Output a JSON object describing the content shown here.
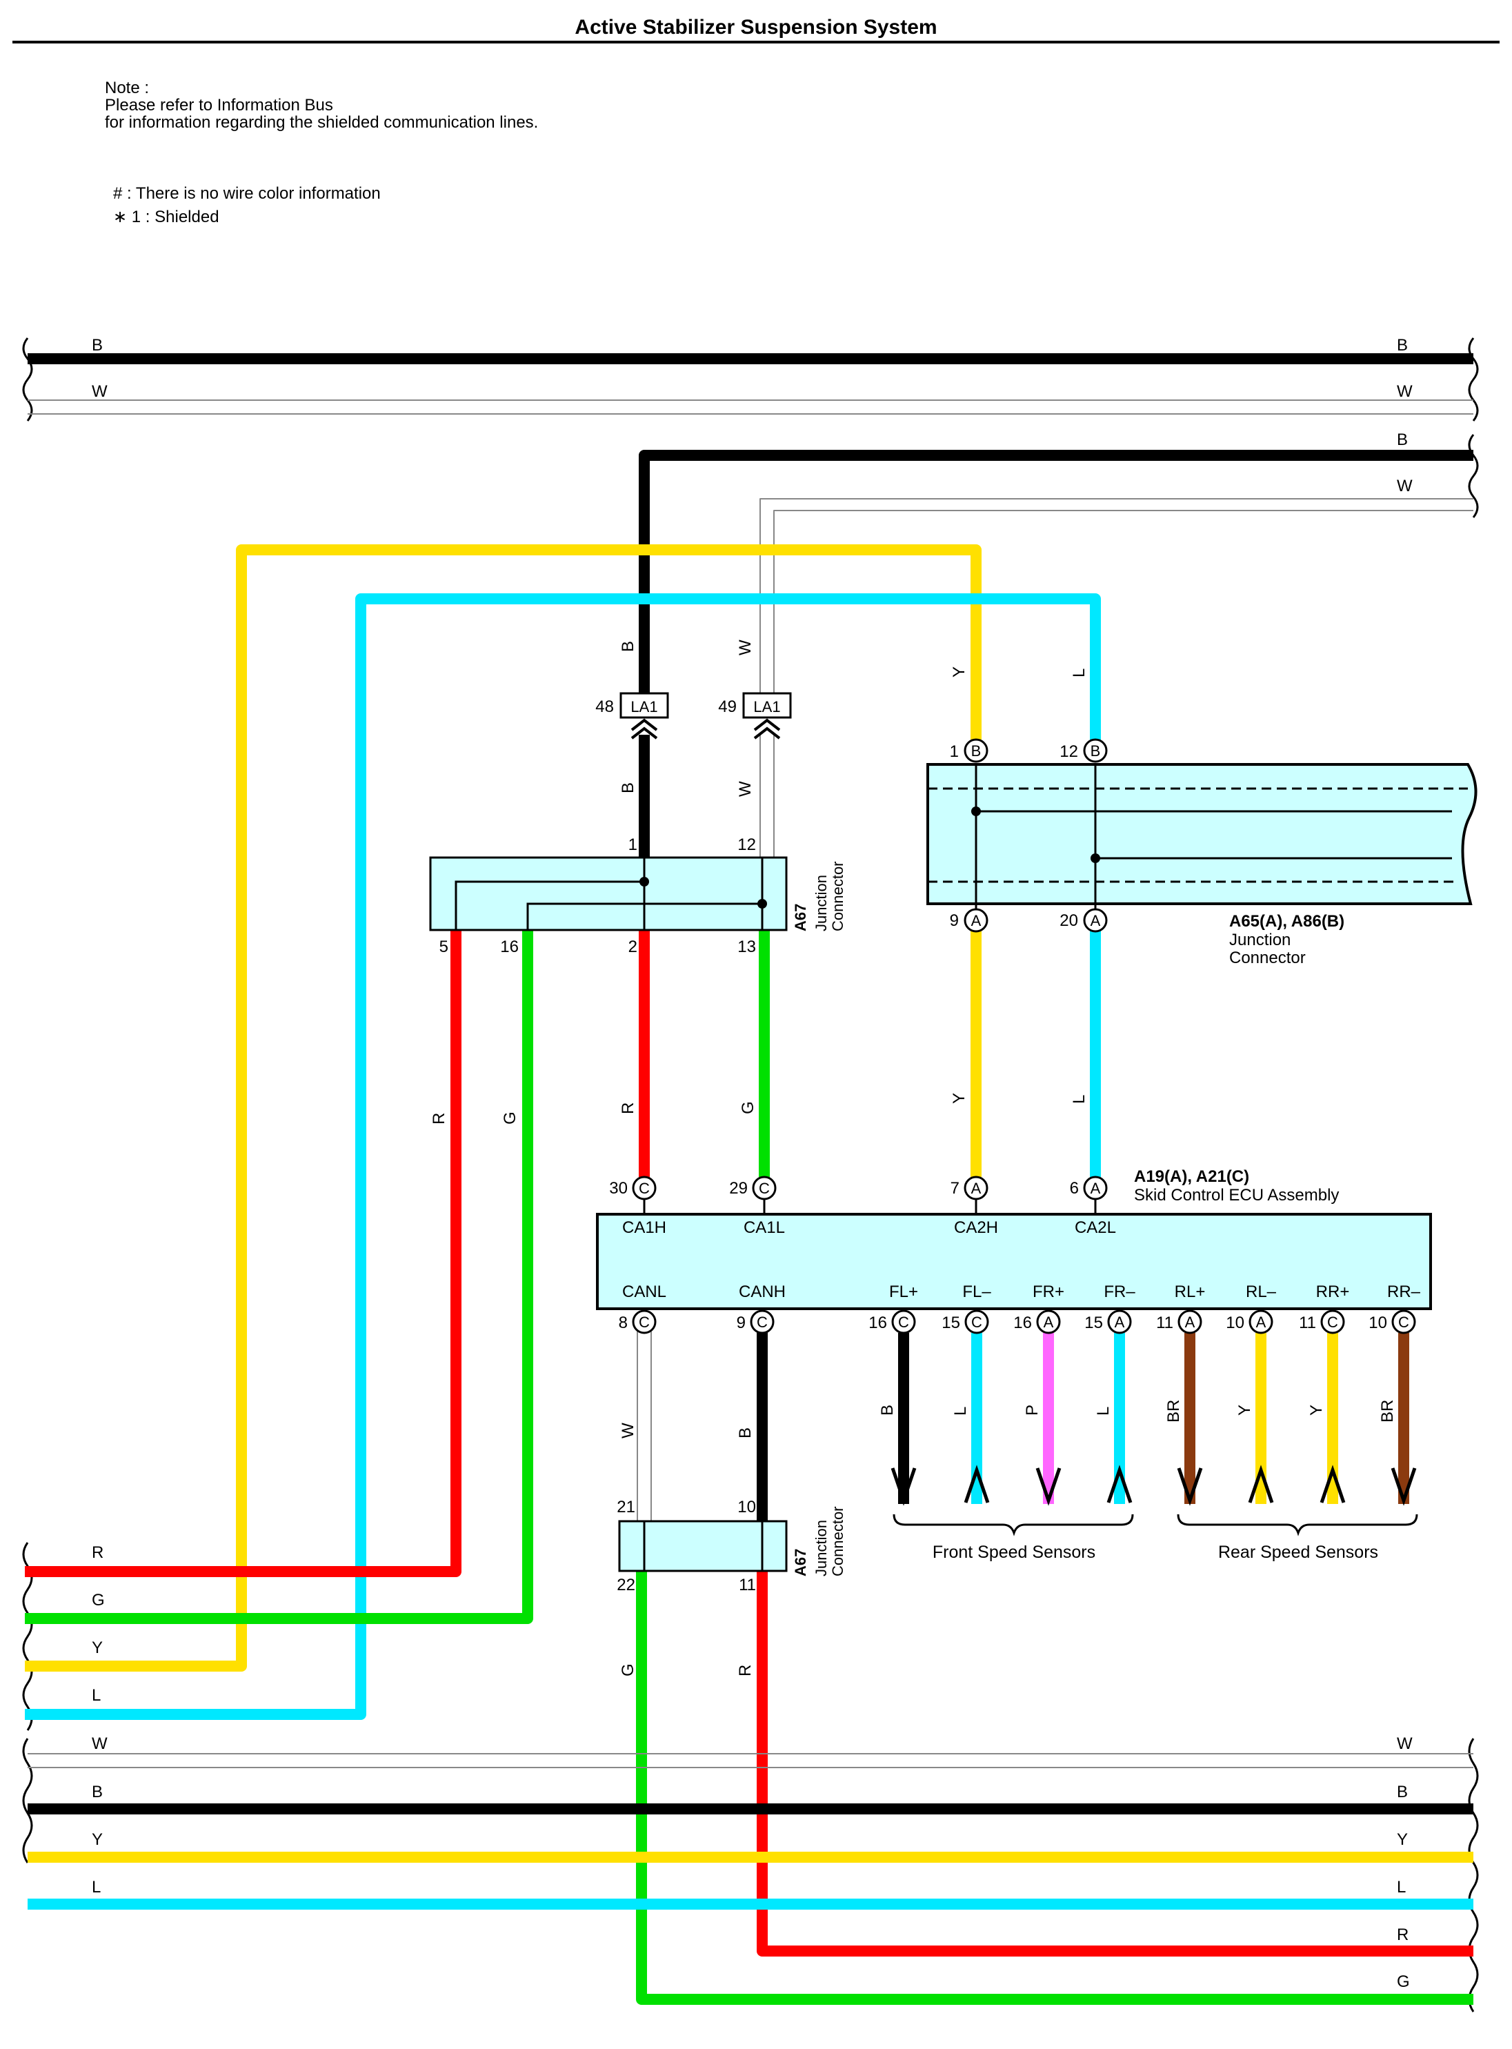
{
  "title": "Active Stabilizer Suspension System",
  "note": {
    "line1": "Note :",
    "line2": "Please refer to Information Bus",
    "line3": "for information regarding the shielded communication lines."
  },
  "legend": {
    "hash": "# : There is no wire color information",
    "shielded": "∗ 1 : Shielded"
  },
  "colors": {
    "B": "#000000",
    "W": "#c8c8c8",
    "Y": "#ffe000",
    "L": "#00e8ff",
    "R": "#ff0000",
    "G": "#00e000",
    "P": "#ff66ff",
    "BR": "#8b3a0f",
    "component_fill": "#ccffff"
  },
  "wire_labels": {
    "B": "B",
    "W": "W",
    "Y": "Y",
    "L": "L",
    "R": "R",
    "G": "G",
    "P": "P",
    "BR": "BR"
  },
  "connectors": {
    "la1_label": "LA1",
    "la1_pin_b": "48",
    "la1_pin_w": "49",
    "a67_name": "A67",
    "a67_desc1": "Junction",
    "a67_desc2": "Connector",
    "a67_top": {
      "p1": "1",
      "p12": "12",
      "p5": "5",
      "p16": "16",
      "p2": "2",
      "p13": "13"
    },
    "a67_bottom": {
      "p21": "21",
      "p10": "10",
      "p22": "22",
      "p11": "11"
    },
    "a65_name": "A65(A), A86(B)",
    "a65_desc1": "Junction",
    "a65_desc2": "Connector",
    "a65_pins": {
      "p1": "1",
      "p12": "12",
      "p9": "9",
      "p20": "20",
      "B": "B",
      "A": "A"
    }
  },
  "ecu": {
    "name": "A19(A), A21(C)",
    "desc": "Skid Control ECU Assembly",
    "top_pins": [
      {
        "num": "30",
        "conn": "C",
        "label": "CA1H"
      },
      {
        "num": "29",
        "conn": "C",
        "label": "CA1L"
      },
      {
        "num": "7",
        "conn": "A",
        "label": "CA2H"
      },
      {
        "num": "6",
        "conn": "A",
        "label": "CA2L"
      }
    ],
    "bottom_pins": [
      {
        "num": "8",
        "conn": "C",
        "label": "CANL"
      },
      {
        "num": "9",
        "conn": "C",
        "label": "CANH"
      },
      {
        "num": "16",
        "conn": "C",
        "label": "FL+"
      },
      {
        "num": "15",
        "conn": "C",
        "label": "FL–"
      },
      {
        "num": "16",
        "conn": "A",
        "label": "FR+"
      },
      {
        "num": "15",
        "conn": "A",
        "label": "FR–"
      },
      {
        "num": "11",
        "conn": "A",
        "label": "RL+"
      },
      {
        "num": "10",
        "conn": "A",
        "label": "RL–"
      },
      {
        "num": "11",
        "conn": "C",
        "label": "RR+"
      },
      {
        "num": "10",
        "conn": "C",
        "label": "RR–"
      }
    ]
  },
  "sensors": {
    "front": "Front Speed Sensors",
    "rear": "Rear Speed Sensors"
  }
}
